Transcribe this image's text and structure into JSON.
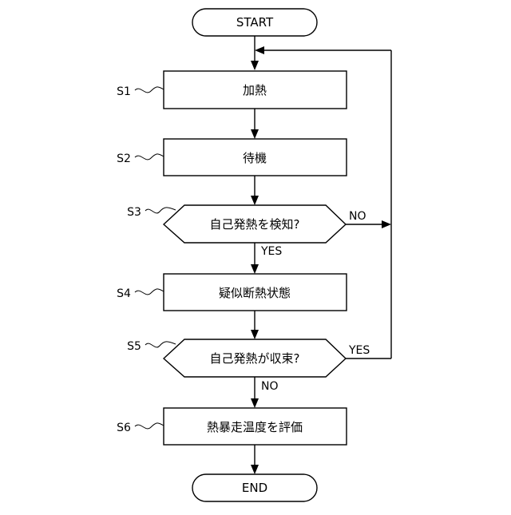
{
  "nodes": {
    "start": "START",
    "s1": "加熱",
    "s2": "待機",
    "s3": "自己発熱を検知?",
    "s4": "疑似断熱状態",
    "s5": "自己発熱が収束?",
    "s6": "熱暴走温度を評価",
    "end": "END"
  },
  "step_labels": {
    "s1": "S1",
    "s2": "S2",
    "s3": "S3",
    "s4": "S4",
    "s5": "S5",
    "s6": "S6"
  },
  "branches": {
    "s3_no": "NO",
    "s3_yes": "YES",
    "s5_yes": "YES",
    "s5_no": "NO"
  }
}
